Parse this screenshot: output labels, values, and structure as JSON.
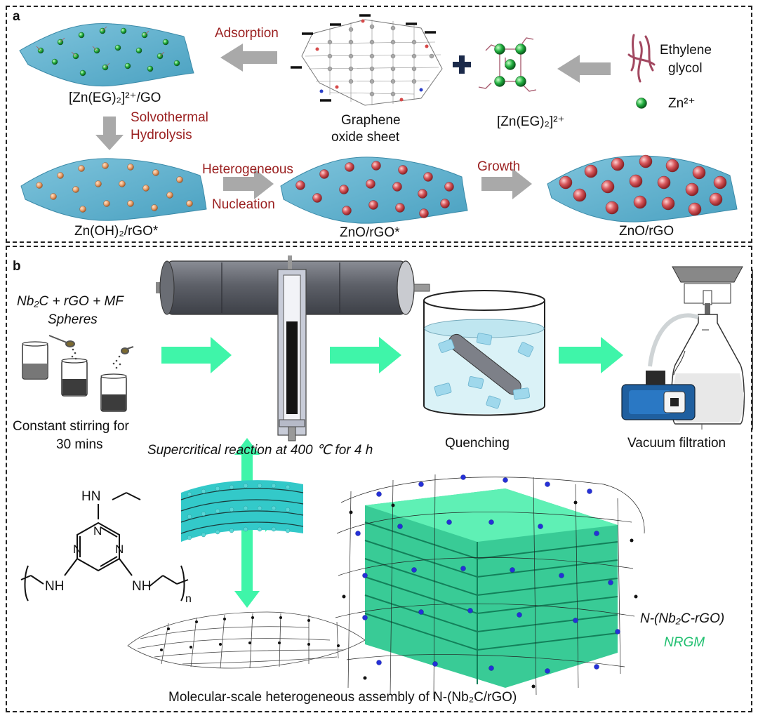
{
  "panel_a": {
    "letter": "a",
    "adsorption": "Adsorption",
    "zn_eg_go": "[Zn(EG)₂]²⁺/GO",
    "solvothermal": "Solvothermal",
    "hydrolysis": "Hydrolysis",
    "graphene": "Graphene",
    "oxide_sheet": "oxide sheet",
    "zn_eg": "[Zn(EG)₂]²⁺",
    "ethylene": "Ethylene",
    "glycol": "glycol",
    "zn2": "Zn²⁺",
    "heterogeneous": "Heterogeneous",
    "nucleation": "Nucleation",
    "growth": "Growth",
    "zn_oh_rgo": "Zn(OH)₂/rGO*",
    "zno_rgo_star": "ZnO/rGO*",
    "zno_rgo": "ZnO/rGO"
  },
  "panel_b": {
    "letter": "b",
    "precursor_line1": "Nb₂C + rGO + MF",
    "precursor_line2": "Spheres",
    "stirring_line1": "Constant stirring for",
    "stirring_line2": "30 mins",
    "supercritical": "Supercritical reaction at 400 ℃ for 4 h",
    "quenching": "Quenching",
    "vacuum": "Vacuum filtration",
    "amine_hn": "HN",
    "nh_left": "NH",
    "nh_right": "NH",
    "ring_n": "N",
    "subscript_n": "n",
    "product_name": "N-(Nb₂C-rGO)",
    "nrgm": "NRGM",
    "assembly_caption": "Molecular-scale heterogeneous assembly of N-(Nb₂C/rGO)"
  },
  "colors": {
    "sheet": "#5fb3cf",
    "arrow_gray": "#a9a9a9",
    "arrow_green": "#3ff5a9",
    "text_red": "#9a1f1f",
    "nrgm_green": "#1fbf6f",
    "zn_green": "#1aa33a",
    "particle_red": "#d8585c",
    "particle_orange": "#e79e6a"
  }
}
